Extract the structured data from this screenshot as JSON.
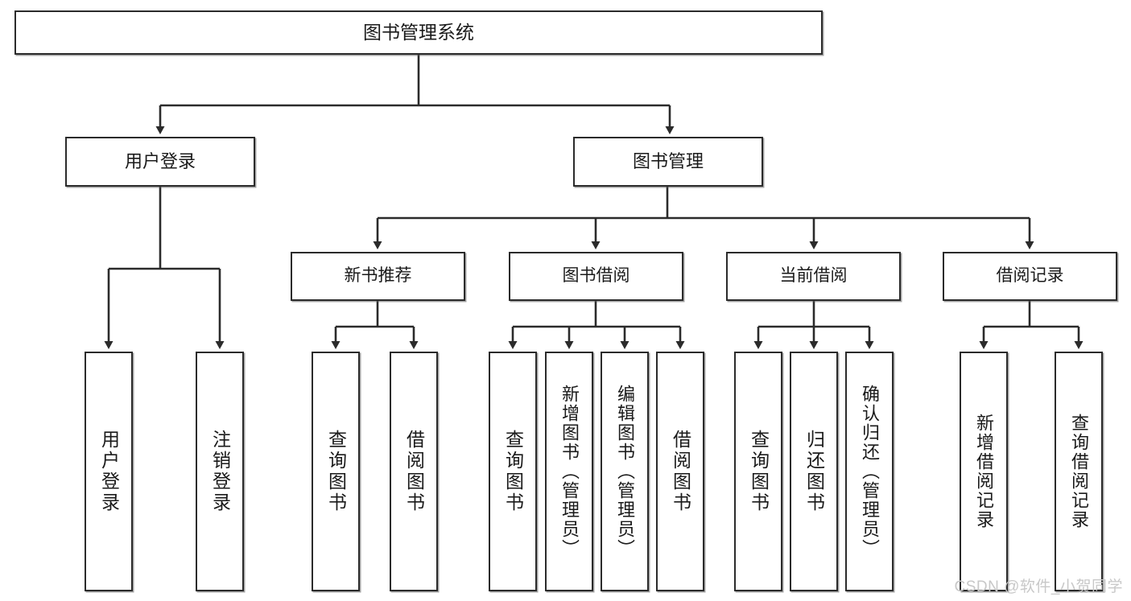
{
  "diagram": {
    "type": "tree-hierarchy-diagram",
    "root": {
      "id": "root",
      "label": "图书管理系统"
    },
    "level2": [
      {
        "id": "user-login",
        "label": "用户登录"
      },
      {
        "id": "book-manage",
        "label": "图书管理"
      }
    ],
    "level3": [
      {
        "id": "new-book-recommend",
        "label": "新书推荐"
      },
      {
        "id": "book-borrow",
        "label": "图书借阅"
      },
      {
        "id": "current-borrow",
        "label": "当前借阅"
      },
      {
        "id": "borrow-record",
        "label": "借阅记录"
      }
    ],
    "leaves": {
      "user_login": [
        {
          "id": "leaf-user-login",
          "label": "用户登录"
        },
        {
          "id": "leaf-logout",
          "label": "注销登录"
        }
      ],
      "new_book_recommend": [
        {
          "id": "leaf-query-book-1",
          "label": "查询图书"
        },
        {
          "id": "leaf-borrow-book-1",
          "label": "借阅图书"
        }
      ],
      "book_borrow": [
        {
          "id": "leaf-query-book-2",
          "label": "查询图书"
        },
        {
          "id": "leaf-add-book",
          "label": "新增图书（管理员）"
        },
        {
          "id": "leaf-edit-book",
          "label": "编辑图书（管理员）"
        },
        {
          "id": "leaf-borrow-book-2",
          "label": "借阅图书"
        }
      ],
      "current_borrow": [
        {
          "id": "leaf-query-book-3",
          "label": "查询图书"
        },
        {
          "id": "leaf-return-book",
          "label": "归还图书"
        },
        {
          "id": "leaf-confirm-return",
          "label": "确认归还（管理员）"
        }
      ],
      "borrow_record": [
        {
          "id": "leaf-add-record",
          "label": "新增借阅记录"
        },
        {
          "id": "leaf-query-record",
          "label": "查询借阅记录"
        }
      ]
    }
  },
  "watermark": {
    "text": "CSDN @软件_小贺同学"
  },
  "colors": {
    "border": "#2b2b2b",
    "background": "#ffffff",
    "text": "#1a1a1a",
    "connector": "#2b2b2b",
    "watermark": "#c8c8c8"
  }
}
